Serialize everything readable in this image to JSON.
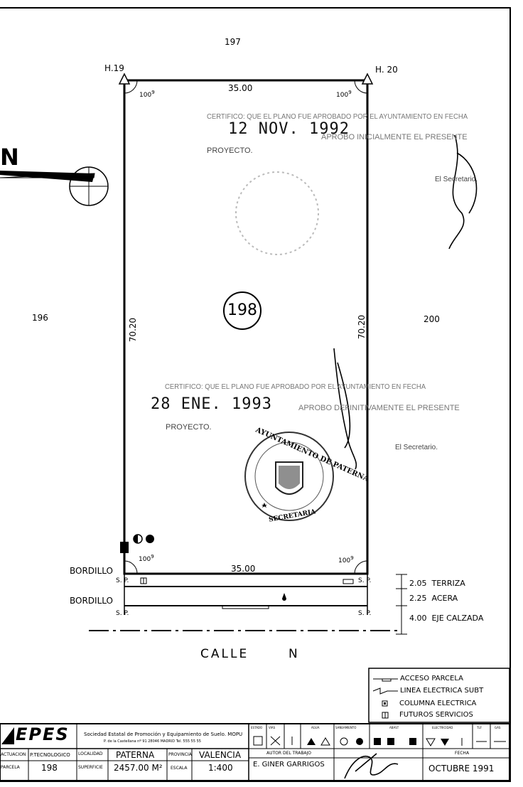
{
  "labels": {
    "n197": "197",
    "n196": "196",
    "n200": "200",
    "parcel": "198",
    "h19": "H.19",
    "h20": "H. 20",
    "top_width": "35.00",
    "bottom_width": "35.00",
    "left_height": "70.20",
    "right_height": "70.20",
    "angle_tl": "100",
    "angle_tl_sup": "9",
    "angle_tr": "100",
    "angle_tr_sup": "9",
    "angle_bl": "100",
    "angle_bl_sup": "9",
    "angle_br": "100",
    "angle_br_sup": "9",
    "north": "N",
    "bordillo1": "BORDILLO",
    "bordillo2": "BORDILLO",
    "sp_l1": "S.",
    "sp_l1b": "P.",
    "sp_r1": "S.",
    "sp_r1b": "P.",
    "sp_l2": "S.",
    "sp_l2b": "P.",
    "sp_r2": "S.",
    "sp_r2b": "P.",
    "street": "CALLE",
    "street_n": "N"
  },
  "dims": [
    {
      "value": "2.05",
      "name": "TERRIZA"
    },
    {
      "value": "2.25",
      "name": "ACERA"
    },
    {
      "value": "4.00",
      "name": "EJE CALZADA"
    }
  ],
  "stamp1": {
    "line1": "CERTIFICO: QUE EL PLANO FUE APROBADO POR EL AYUNTAMIENTO EN FECHA",
    "date": "12 NOV. 1992",
    "line2": "APROBO INICIALMENTE EL PRESENTE",
    "line3": "PROYECTO.",
    "secretary": "El Secretario."
  },
  "stamp2": {
    "line1": "CERTIFICO: QUE EL PLANO FUE APROBADO POR EL AYUNTAMIENTO EN FECHA",
    "date": "28 ENE. 1993",
    "line2": "APROBO DEFINITIVAMENTE EL PRESENTE",
    "line3": "PROYECTO.",
    "secretary": "El Secretario."
  },
  "seal": {
    "text": "AYUNTAMIENTO DE PATERNA",
    "bottom": "SECRETARIA"
  },
  "legend": [
    {
      "icon": "access-icon",
      "label": "ACCESO PARCELA"
    },
    {
      "icon": "power-line-icon",
      "label": "LINEA ELECTRICA SUBT"
    },
    {
      "icon": "electric-column-icon",
      "label": "COLUMNA ELECTRICA"
    },
    {
      "icon": "future-services-icon",
      "label": "FUTUROS SERVICIOS"
    }
  ],
  "title_block": {
    "logo": "EPES",
    "company": "Sociedad Estatal de Promoción y Equipamiento de Suelo. MOPU",
    "company_sub": "P. de la Castellana nº 91 28046 MADRID Tel. 555 55 55",
    "actuacion_label": "ACTUACION",
    "actuacion": "P.TECNOLOGICO",
    "parcela_label": "PARCELA",
    "parcela": "198",
    "localidad_label": "LOCALIDAD",
    "localidad": "PATERNA",
    "superficie_label": "SUPERFICIE",
    "superficie": "2457.00 M²",
    "provincia_label": "PROVINCIA",
    "provincia": "VALENCIA",
    "escala_label": "ESCALA",
    "escala": "1:400",
    "autor_label": "AUTOR DEL TRABAJO",
    "autor": "E. GINER GARRIGOS",
    "fecha_label": "FECHA",
    "fecha": "OCTUBRE 1991",
    "col_headers": [
      "ESTADO",
      "VIAS",
      "AGUA",
      "SANEAMIENTO",
      "ABAST",
      "ELECTRICIDAD",
      "TLF",
      "GAS"
    ]
  },
  "colors": {
    "ink": "#000000",
    "stamp": "#444444"
  }
}
